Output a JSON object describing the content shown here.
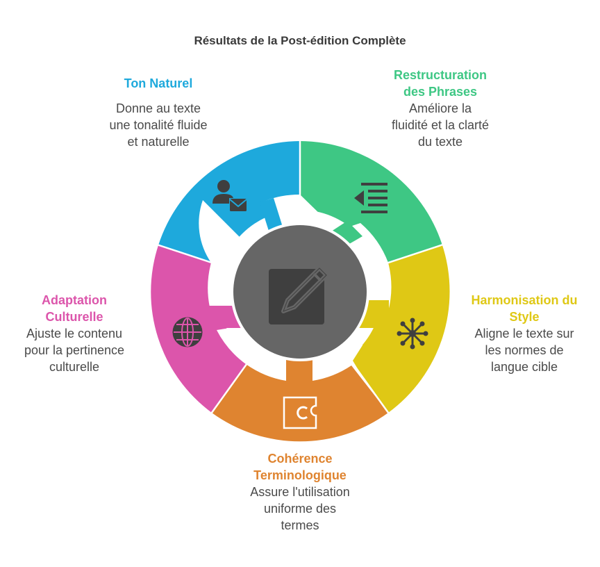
{
  "title": "Résultats de la Post-édition Complète",
  "colors": {
    "ton": "#1ea9dc",
    "restructuration": "#3ec784",
    "harmonisation": "#dfc815",
    "coherence": "#df8430",
    "adaptation": "#dc55ab",
    "center": "#666666",
    "icon": "#3f3f3f"
  },
  "segments": {
    "ton": {
      "title": "Ton Naturel",
      "desc": [
        "Donne au texte",
        "une tonalité fluide",
        "et naturelle"
      ],
      "icon": "user-mail-icon"
    },
    "restructuration": {
      "title": [
        "Restructuration",
        "des Phrases"
      ],
      "desc": [
        "Améliore la",
        "fluidité et la clarté",
        "du texte"
      ],
      "icon": "indent-lines-icon"
    },
    "harmonisation": {
      "title": [
        "Harmonisation du",
        "Style"
      ],
      "desc": [
        "Aligne le texte sur",
        "les normes de",
        "langue cible"
      ],
      "icon": "network-hub-icon"
    },
    "coherence": {
      "title": [
        "Cohérence",
        "Terminologique"
      ],
      "desc": [
        "Assure l'utilisation",
        "uniforme des",
        "termes"
      ],
      "icon": "puzzle-piece-icon"
    },
    "adaptation": {
      "title": [
        "Adaptation",
        "Culturelle"
      ],
      "desc": [
        "Ajuste le contenu",
        "pour la pertinence",
        "culturelle"
      ],
      "icon": "globe-icon"
    }
  },
  "center": {
    "icon": "edit-pencil-icon"
  }
}
